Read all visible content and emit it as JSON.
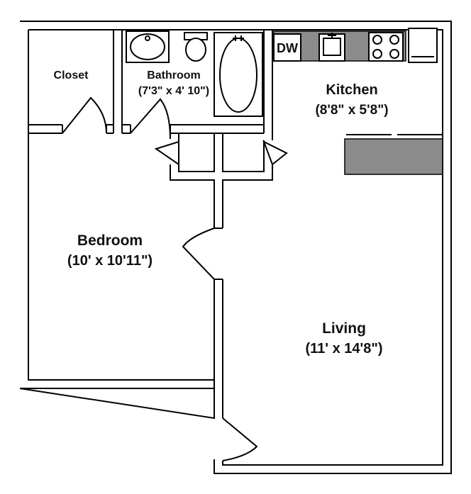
{
  "rooms": {
    "closet": {
      "name": "Closet"
    },
    "bathroom": {
      "name": "Bathroom",
      "size": "(7'3\" x 4' 10\")"
    },
    "kitchen": {
      "name": "Kitchen",
      "size": "(8'8\" x 5'8\")"
    },
    "bedroom": {
      "name": "Bedroom",
      "size": "(10' x 10'11\")"
    },
    "living": {
      "name": "Living",
      "size": "(11' x 14'8\")"
    }
  },
  "fixtures": {
    "dishwasher": {
      "label": "DW"
    }
  },
  "colors": {
    "wall": "#000000",
    "counter": "#8c8c8c",
    "background": "#ffffff"
  }
}
